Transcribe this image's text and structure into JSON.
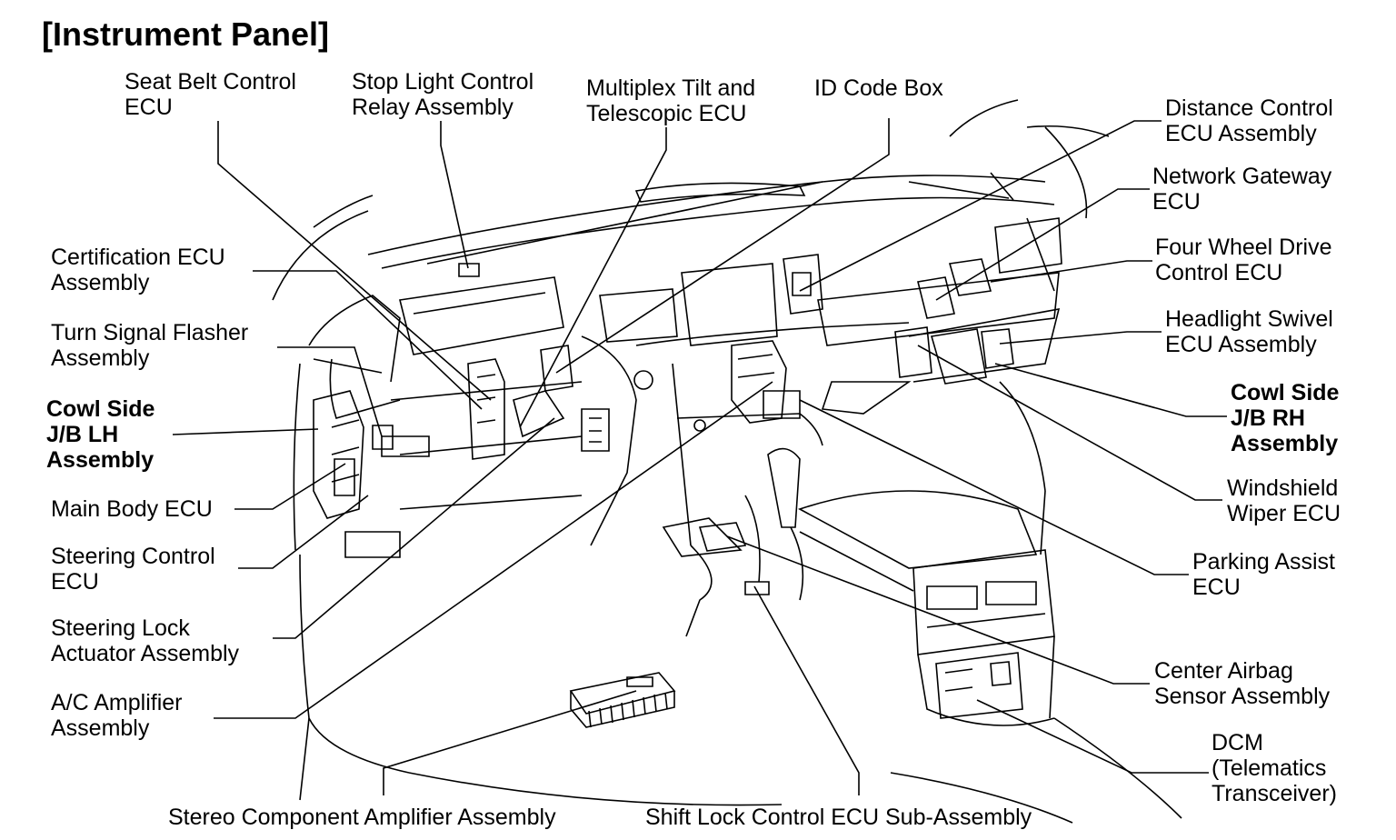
{
  "title": "[Instrument Panel]",
  "labels": {
    "seat_belt": "Seat Belt Control\nECU",
    "stop_light": "Stop Light Control\nRelay Assembly",
    "multiplex_tilt": "Multiplex Tilt and\nTelescopic ECU",
    "id_code": "ID Code Box",
    "distance_control": "Distance Control\nECU Assembly",
    "network_gateway": "Network Gateway\nECU",
    "four_wheel": "Four Wheel Drive\nControl ECU",
    "headlight_swivel": "Headlight Swivel\nECU Assembly",
    "cowl_rh": "Cowl Side\nJ/B RH\nAssembly",
    "windshield": "Windshield\nWiper ECU",
    "parking_assist": "Parking Assist\nECU",
    "center_airbag": "Center Airbag\nSensor Assembly",
    "dcm": "DCM\n(Telematics\nTransceiver)",
    "shift_lock": "Shift Lock Control ECU Sub-Assembly",
    "stereo": "Stereo Component Amplifier Assembly",
    "ac_amp": "A/C Amplifier\nAssembly",
    "steering_lock": "Steering Lock\nActuator Assembly",
    "steering_control": "Steering Control\nECU",
    "main_body": "Main Body ECU",
    "cowl_lh": "Cowl Side\nJ/B LH\nAssembly",
    "turn_signal": "Turn Signal Flasher\nAssembly",
    "certification": "Certification ECU\nAssembly"
  }
}
